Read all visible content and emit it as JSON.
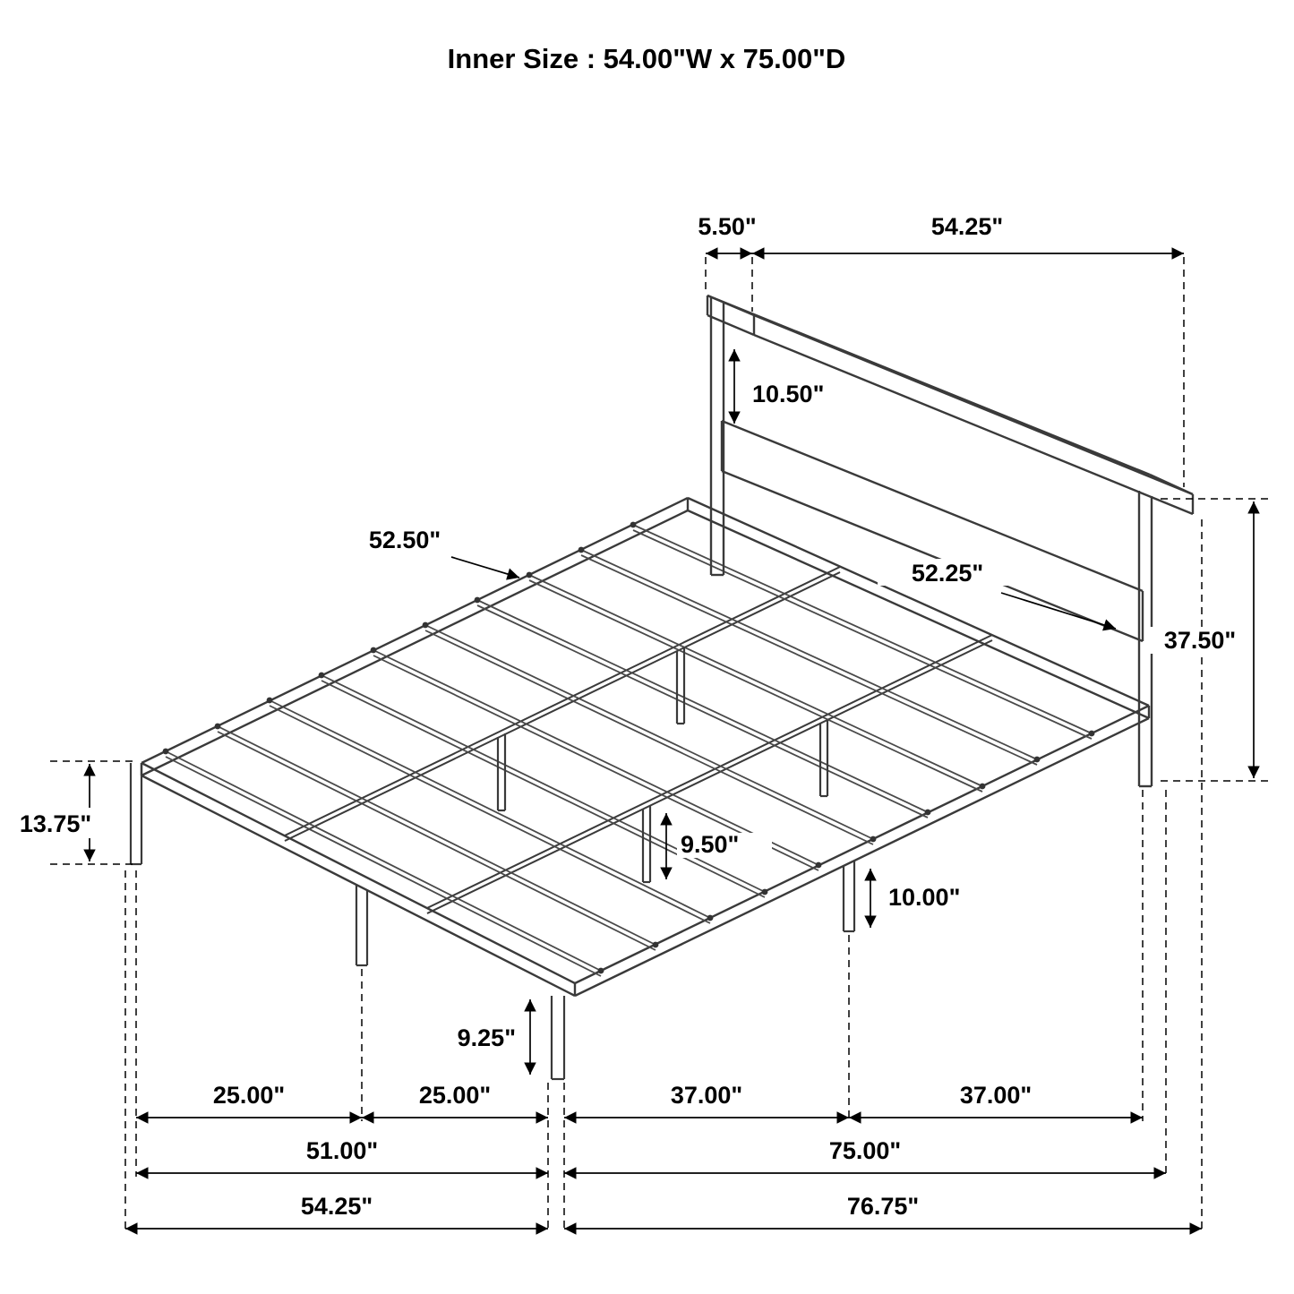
{
  "title": "Inner Size : 54.00\"W x 75.00\"D",
  "dims": {
    "headboard_overhang": "5.50\"",
    "headboard_width": "54.25\"",
    "shelf_gap": "10.50\"",
    "slat_length": "52.50\"",
    "panel_length": "52.25\"",
    "headboard_height": "37.50\"",
    "rail_height": "13.75\"",
    "center_leg_height": "9.50\"",
    "side_leg_height": "10.00\"",
    "foot_leg_height": "9.25\"",
    "foot_span_a": "25.00\"",
    "foot_span_b": "25.00\"",
    "depth_span_a": "37.00\"",
    "depth_span_b": "37.00\"",
    "inner_width": "51.00\"",
    "inner_depth": "75.00\"",
    "outer_width": "54.25\"",
    "outer_depth": "76.75\""
  }
}
